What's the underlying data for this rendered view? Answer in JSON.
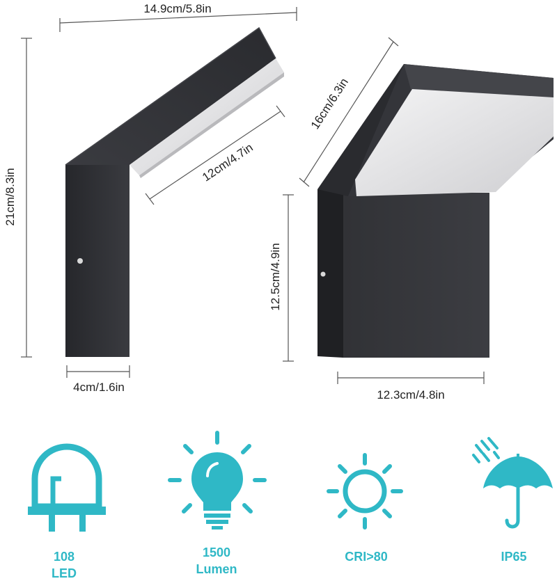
{
  "dimensions": {
    "left_width": "14.9cm/5.8in",
    "left_height": "21cm/8.3in",
    "left_shade_length": "12cm/4.7in",
    "left_depth": "4cm/1.6in",
    "right_shade_length": "16cm/6.3in",
    "right_body_height": "12.5cm/4.9in",
    "right_body_width": "12.3cm/4.8in"
  },
  "features": [
    {
      "icon": "led-icon",
      "line1": "108",
      "line2": "LED"
    },
    {
      "icon": "bulb-icon",
      "line1": "1500",
      "line2": "Lumen"
    },
    {
      "icon": "sun-icon",
      "line1": "CRI>80",
      "line2": ""
    },
    {
      "icon": "umbrella-icon",
      "line1": "IP65",
      "line2": ""
    }
  ],
  "colors": {
    "accent": "#2fb8c6",
    "lamp_body": "#2f3034",
    "lamp_side": "#222326",
    "diffuser": "#e9e9ea",
    "dimension_line": "#555555"
  }
}
